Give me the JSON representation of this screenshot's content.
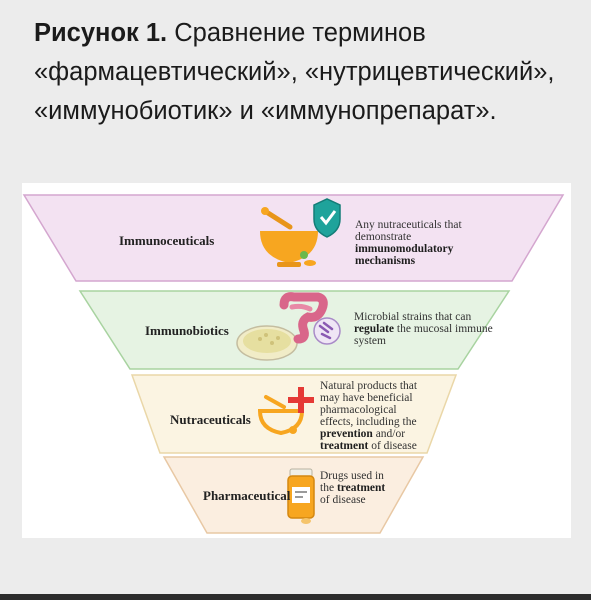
{
  "caption": {
    "bold": "Рисунок 1.",
    "text": " Сравнение терминов «фармацевтический», «нутрицевтический», «иммунобиотик» и «иммунопрепарат»."
  },
  "tiers": [
    {
      "name": "Immunoceuticals",
      "fill": "#f3e2f2",
      "stroke": "#d4a6cf",
      "desc_parts": [
        {
          "t": "Any nutraceuticals that demonstrate ",
          "b": false
        },
        {
          "t": "immunomodulatory mechanisms",
          "b": true
        }
      ],
      "icon": "mortar-shield-icon"
    },
    {
      "name": "Immunobiotics",
      "fill": "#e6f3e3",
      "stroke": "#a8d3a0",
      "desc_parts": [
        {
          "t": "Microbial strains that can ",
          "b": false
        },
        {
          "t": "regulate",
          "b": true
        },
        {
          "t": " the mucosal immune system",
          "b": false
        }
      ],
      "icon": "microbes-intestine-icon"
    },
    {
      "name": "Nutraceuticals",
      "fill": "#fbf4e2",
      "stroke": "#ead7a8",
      "desc_parts": [
        {
          "t": "Natural products that may have beneficial pharmacological effects, including the ",
          "b": false
        },
        {
          "t": "prevention",
          "b": true
        },
        {
          "t": " and/or ",
          "b": false
        },
        {
          "t": "treatment",
          "b": true
        },
        {
          "t": " of disease",
          "b": false
        }
      ],
      "icon": "mortar-cross-icon"
    },
    {
      "name": "Pharmaceutical",
      "fill": "#fbeee0",
      "stroke": "#e8c8a4",
      "desc_parts": [
        {
          "t": "Drugs used in the ",
          "b": false
        },
        {
          "t": "treatment",
          "b": true
        },
        {
          "t": " of disease",
          "b": false
        }
      ],
      "icon": "pill-bottle-icon"
    }
  ]
}
